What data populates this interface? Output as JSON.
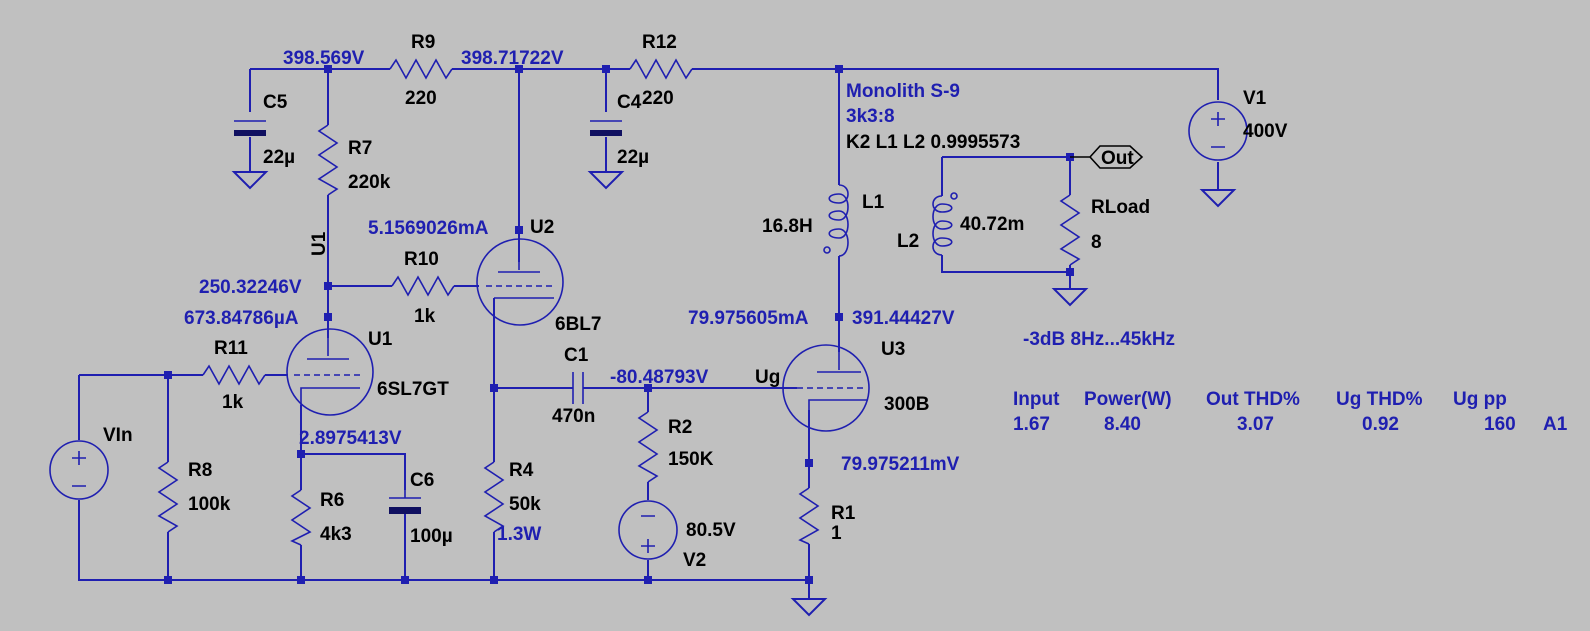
{
  "components": {
    "r9": {
      "name": "R9",
      "value": "220"
    },
    "r12": {
      "name": "R12",
      "value": "220"
    },
    "r7": {
      "name": "R7",
      "value": "220k"
    },
    "r10": {
      "name": "R10",
      "value": "1k"
    },
    "r11": {
      "name": "R11",
      "value": "1k"
    },
    "r8": {
      "name": "R8",
      "value": "100k"
    },
    "r6": {
      "name": "R6",
      "value": "4k3"
    },
    "r4": {
      "name": "R4",
      "value": "50k",
      "note": "1.3W"
    },
    "r2": {
      "name": "R2",
      "value": "150K"
    },
    "r1": {
      "name": "R1",
      "value": "1"
    },
    "rload": {
      "name": "RLoad",
      "value": "8"
    },
    "c5": {
      "name": "C5",
      "value": "22µ"
    },
    "c4": {
      "name": "C4",
      "value": "22µ"
    },
    "c6": {
      "name": "C6",
      "value": "100µ"
    },
    "c1": {
      "name": "C1",
      "value": "470n"
    },
    "l1": {
      "name": "L1",
      "value": "16.8H"
    },
    "l2": {
      "name": "L2",
      "value": "40.72m"
    },
    "u1": {
      "name": "U1",
      "model": "6SL7GT",
      "side_label": "U1"
    },
    "u2": {
      "name": "U2",
      "model": "6BL7"
    },
    "u3": {
      "name": "U3",
      "model": "300B"
    },
    "v1": {
      "name": "V1",
      "value": "400V"
    },
    "v2": {
      "name": "V2",
      "value": "80.5V"
    },
    "vin": {
      "name": "VIn"
    },
    "out": {
      "label": "Out"
    }
  },
  "voltages": {
    "n1": "398.569V",
    "n2": "398.71722V",
    "u2_current": "5.1569026mA",
    "u1_plate_v": "250.32246V",
    "u1_current": "673.84786µA",
    "u1_cathode": "2.8975413V",
    "grid": "-80.48793V",
    "ug": "Ug",
    "u3_current": "79.975605mA",
    "u3_plate_v": "391.44427V",
    "u3_cathode": "79.975211mV"
  },
  "transformer": {
    "name": "Monolith S-9",
    "ratio": "3k3:8",
    "coupling": "K2 L1 L2 0.9995573"
  },
  "bandwidth": "-3dB 8Hz...45kHz",
  "results": {
    "headers": [
      "Input",
      "Power(W)",
      "Out THD%",
      "Ug THD%",
      "Ug pp"
    ],
    "values": [
      "1.67",
      "8.40",
      "3.07",
      "0.92",
      "160"
    ],
    "class": "A1"
  }
}
